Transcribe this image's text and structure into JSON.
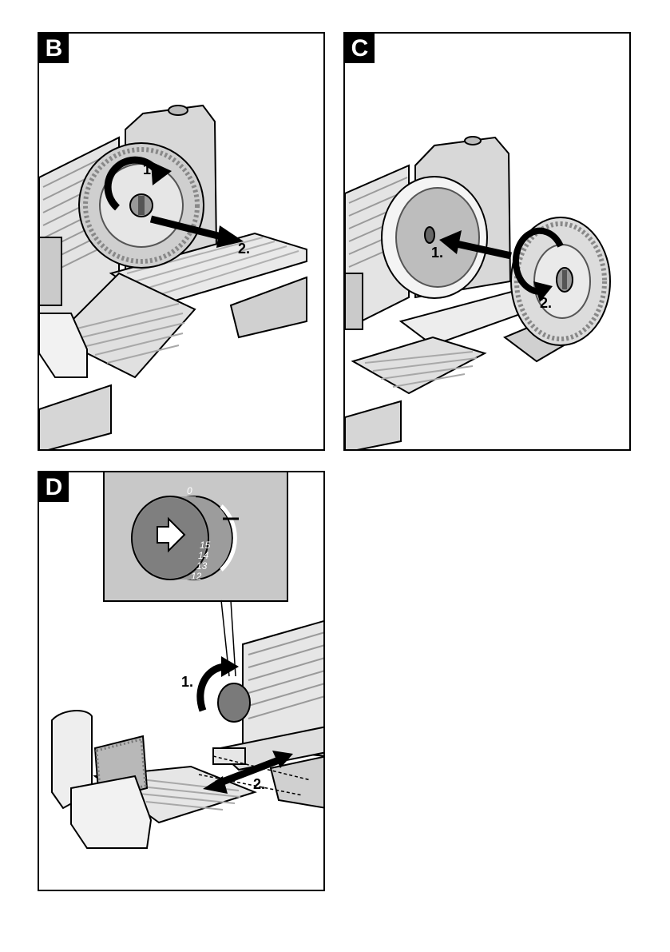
{
  "panels": [
    {
      "id": "B",
      "steps": [
        "1.",
        "2."
      ]
    },
    {
      "id": "C",
      "steps": [
        "1.",
        "2."
      ]
    },
    {
      "id": "D",
      "steps": [
        "1.",
        "2."
      ],
      "dial": {
        "labels": [
          "0",
          "15",
          "14",
          "13",
          "12"
        ]
      }
    }
  ]
}
